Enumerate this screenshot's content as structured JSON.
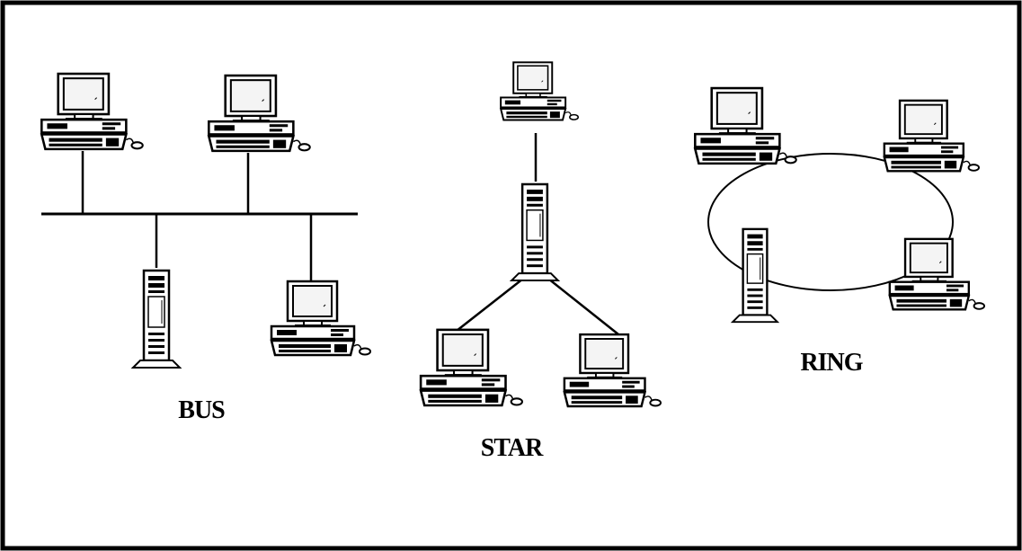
{
  "diagram": {
    "topologies": [
      {
        "id": "bus",
        "label": "BUS"
      },
      {
        "id": "star",
        "label": "STAR"
      },
      {
        "id": "ring",
        "label": "RING"
      }
    ]
  },
  "colors": {
    "ink": "#000000",
    "paper": "#ffffff",
    "screen_face": "#f4f4f4"
  },
  "icons": {
    "workstation": "desktop-computer-icon",
    "server": "tower-server-icon"
  }
}
